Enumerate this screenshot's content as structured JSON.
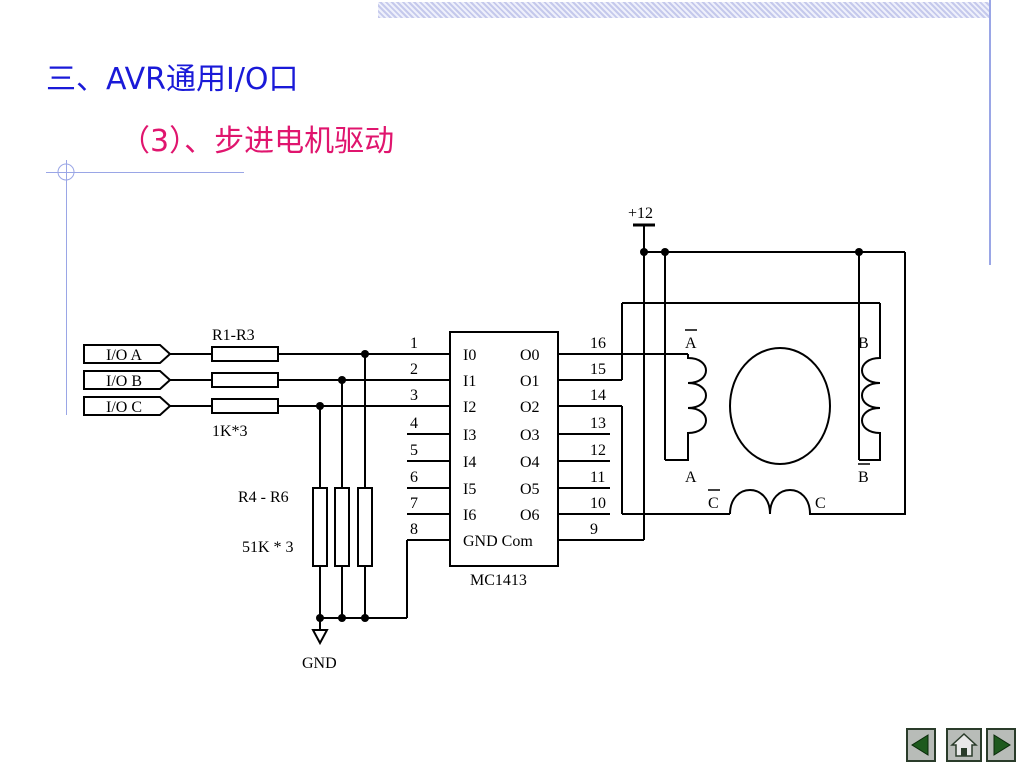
{
  "slide": {
    "title": "三、AVR通用I/O口",
    "subtitle": "（3）、步进电机驱动"
  },
  "circuit": {
    "supply": "+12",
    "ground": "GND",
    "io_ports": [
      "I/O A",
      "I/O B",
      "I/O C"
    ],
    "series_resistors": {
      "label": "R1-R3",
      "value": "1K*3"
    },
    "pulldown_resistors": {
      "label": "R4 - R6",
      "value": "51K * 3"
    },
    "chip": {
      "name": "MC1413",
      "inputs": [
        "I0",
        "I1",
        "I2",
        "I3",
        "I4",
        "I5",
        "I6"
      ],
      "outputs": [
        "O0",
        "O1",
        "O2",
        "O3",
        "O4",
        "O5",
        "O6"
      ],
      "gnd_com": "GND Com",
      "left_pins": [
        "1",
        "2",
        "3",
        "4",
        "5",
        "6",
        "7",
        "8"
      ],
      "right_pins": [
        "16",
        "15",
        "14",
        "13",
        "12",
        "11",
        "10",
        "9"
      ]
    },
    "motor": {
      "coil_labels": {
        "a_bar": "A",
        "a": "A",
        "b": "B",
        "b_bar": "B",
        "c_bar": "C",
        "c": "C"
      }
    }
  },
  "nav": {
    "buttons": [
      "prev-icon",
      "home-icon",
      "next-icon"
    ]
  }
}
